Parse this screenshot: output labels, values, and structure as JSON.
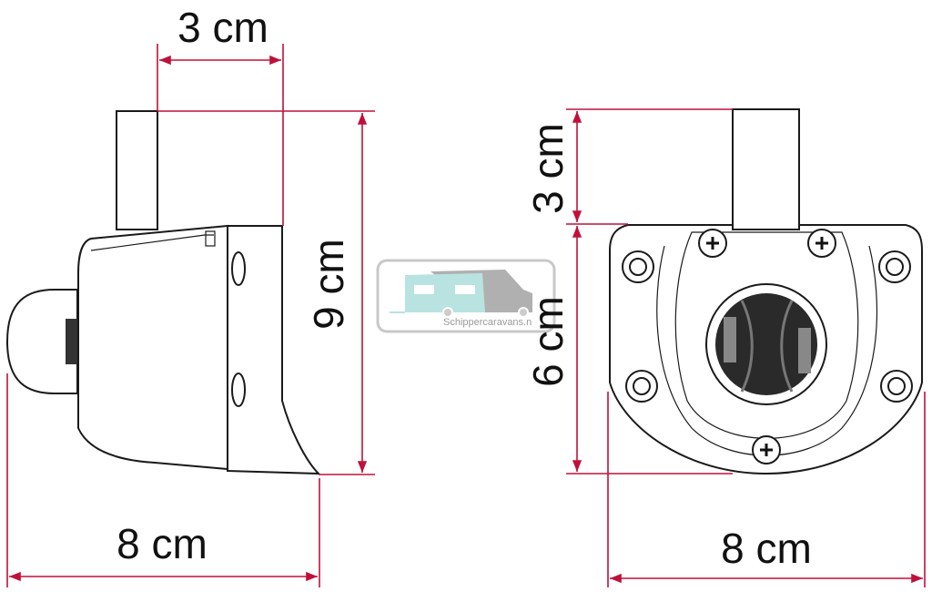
{
  "colors": {
    "dimension_line": "#c0103a",
    "outline": "#1a1a1a",
    "watermark_caravan": "#b8e3e0",
    "watermark_camper": "#b0b0b0"
  },
  "side_view": {
    "width_top_label": "3 cm",
    "height_label": "9 cm",
    "width_bottom_label": "8 cm"
  },
  "front_view": {
    "post_height_label": "3 cm",
    "body_height_label": "6 cm",
    "width_label": "8 cm"
  },
  "watermark": {
    "text": "Schippercaravans.n"
  }
}
